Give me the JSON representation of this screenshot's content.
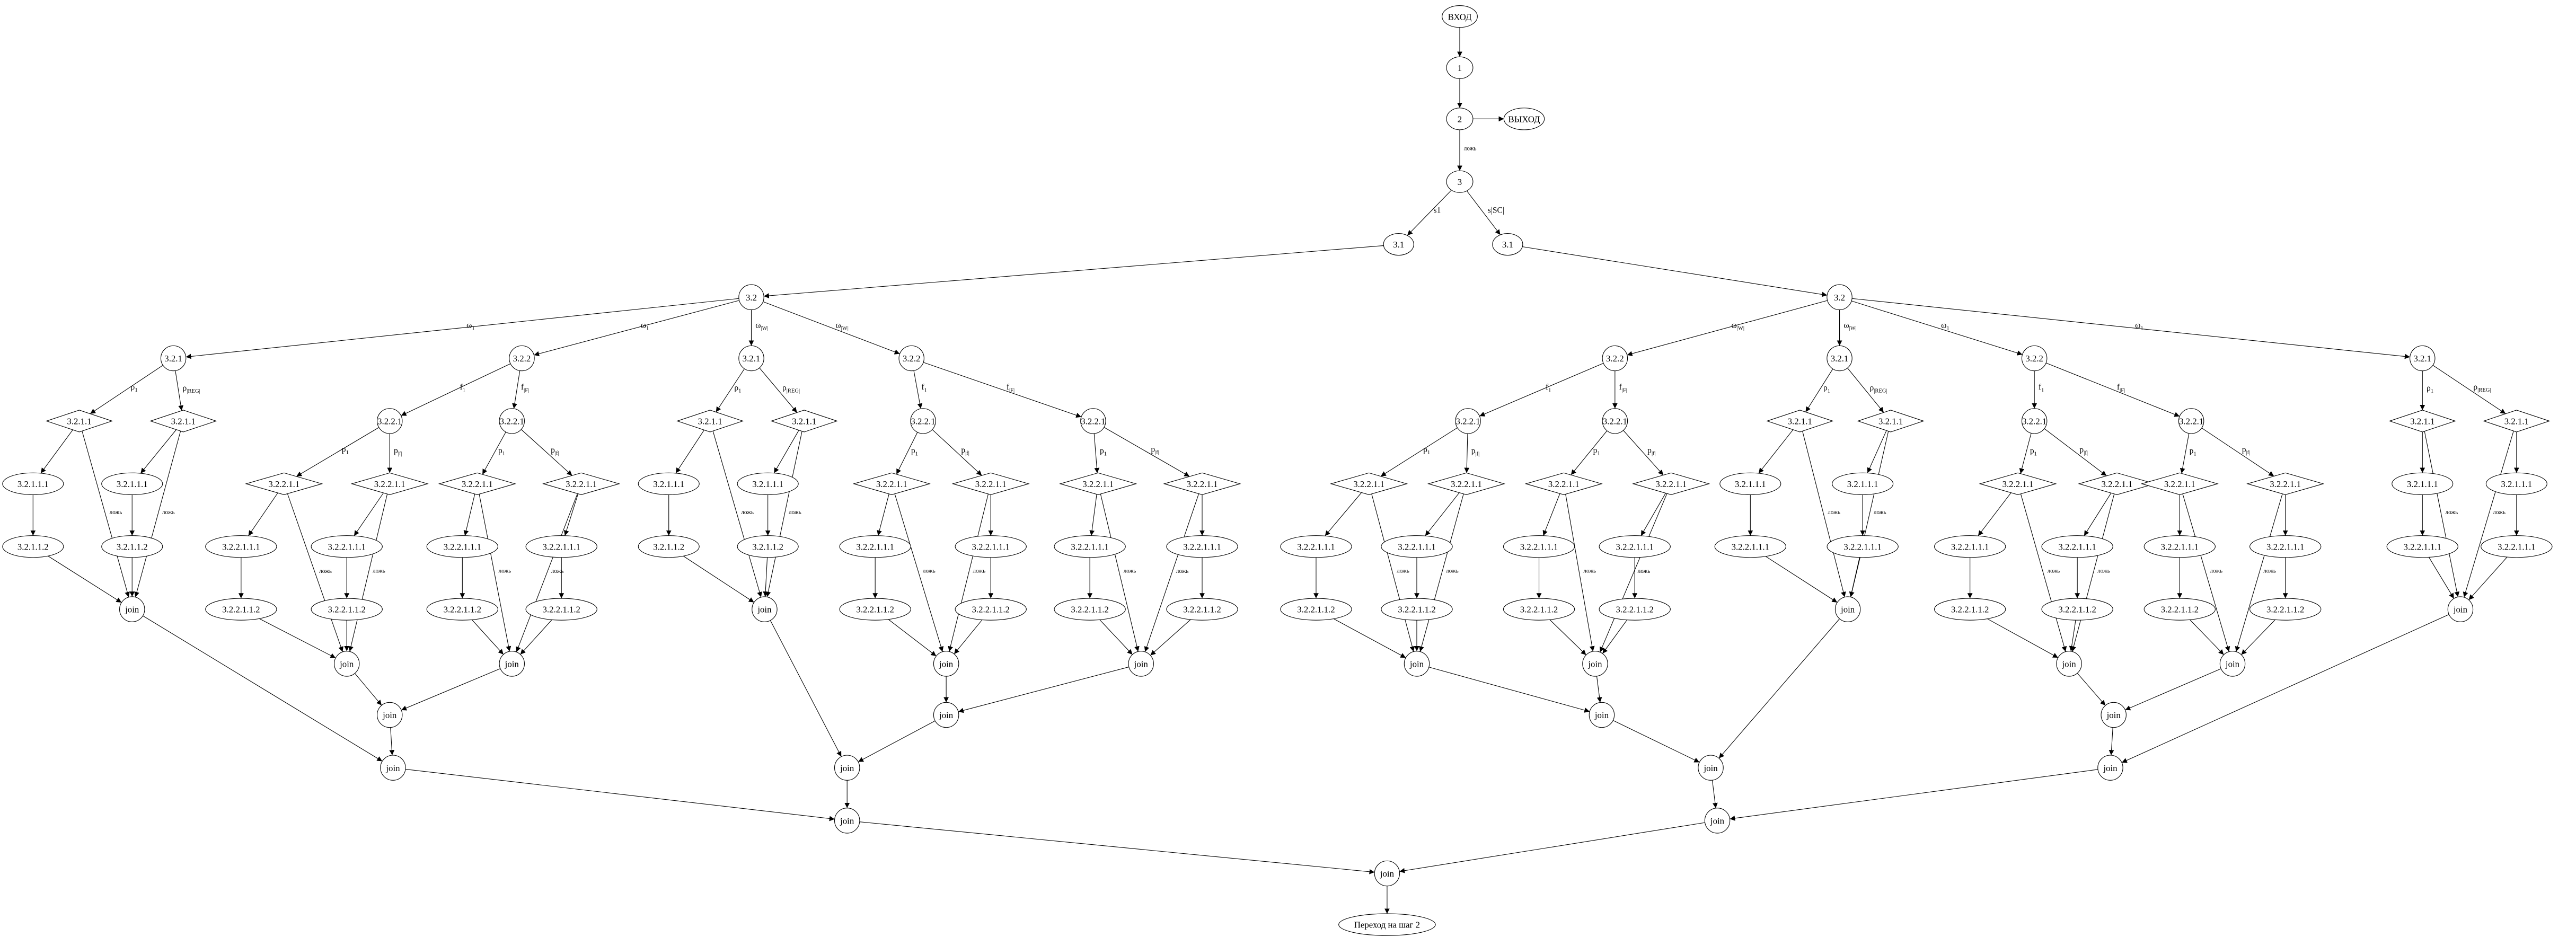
{
  "top": {
    "entry": "ВХОД",
    "n1": "1",
    "n2": "2",
    "exit": "ВЫХОД",
    "n3": "3",
    "false_label": "ложь",
    "s_first": "3.1",
    "s_first_edge": "s1",
    "s_last": "3.1",
    "s_last_edge": "s|SC|"
  },
  "halves": [
    {
      "root": "3.2",
      "groups": [
        {
          "kind": "rho",
          "edge": {
            "sym": "ω",
            "sub": "1"
          },
          "label": "3.2.1",
          "cases": [
            {
              "edge": {
                "sym": "ρ",
                "sub": "1"
              },
              "label": "3.2.1.1",
              "steps": [
                "3.2.1.1.1",
                "3.2.1.1.2"
              ],
              "false_edge": "ложь"
            },
            {
              "edge": {
                "sym": "ρ",
                "sub": "|REG|"
              },
              "label": "3.2.1.1",
              "steps": [
                "3.2.1.1.1",
                "3.2.1.1.2"
              ],
              "false_edge": "ложь"
            }
          ],
          "join": "join"
        },
        {
          "kind": "f",
          "edge": {
            "sym": "ω",
            "sub": "1"
          },
          "label": "3.2.2",
          "subs": [
            {
              "edge": {
                "sym": "f",
                "sub": "1"
              },
              "label": "3.2.2.1",
              "cases": [
                {
                  "edge": {
                    "sym": "p",
                    "sub": "1"
                  },
                  "label": "3.2.2.1.1",
                  "steps": [
                    "3.2.2.1.1.1",
                    "3.2.2.1.1.2"
                  ],
                  "false_edge": "ложь"
                },
                {
                  "edge": {
                    "sym": "p",
                    "sub": "|f|"
                  },
                  "label": "3.2.2.1.1",
                  "steps": [
                    "3.2.2.1.1.1",
                    "3.2.2.1.1.2"
                  ],
                  "false_edge": "ложь"
                }
              ],
              "join": "join"
            },
            {
              "edge": {
                "sym": "f",
                "sub": "|F|"
              },
              "label": "3.2.2.1",
              "cases": [
                {
                  "edge": {
                    "sym": "p",
                    "sub": "1"
                  },
                  "label": "3.2.2.1.1",
                  "steps": [
                    "3.2.2.1.1.1",
                    "3.2.2.1.1.2"
                  ],
                  "false_edge": "ложь"
                },
                {
                  "edge": {
                    "sym": "p",
                    "sub": "|f|"
                  },
                  "label": "3.2.2.1.1",
                  "steps": [
                    "3.2.2.1.1.1",
                    "3.2.2.1.1.2"
                  ],
                  "false_edge": "ложь"
                }
              ],
              "join": "join"
            }
          ],
          "join": "join"
        },
        {
          "kind": "rho",
          "edge": {
            "sym": "ω",
            "sub": "|W|"
          },
          "label": "3.2.1",
          "cases": [
            {
              "edge": {
                "sym": "ρ",
                "sub": "1"
              },
              "label": "3.2.1.1",
              "steps": [
                "3.2.1.1.1",
                "3.2.1.1.2"
              ],
              "false_edge": "ложь"
            },
            {
              "edge": {
                "sym": "ρ",
                "sub": "|REG|"
              },
              "label": "3.2.1.1",
              "steps": [
                "3.2.1.1.1",
                "3.2.1.1.2"
              ],
              "false_edge": "ложь"
            }
          ],
          "join": "join"
        },
        {
          "kind": "f",
          "edge": {
            "sym": "ω",
            "sub": "|W|"
          },
          "label": "3.2.2",
          "subs": [
            {
              "edge": {
                "sym": "f",
                "sub": "1"
              },
              "label": "3.2.2.1",
              "cases": [
                {
                  "edge": {
                    "sym": "p",
                    "sub": "1"
                  },
                  "label": "3.2.2.1.1",
                  "steps": [
                    "3.2.2.1.1.1",
                    "3.2.2.1.1.2"
                  ],
                  "false_edge": "ложь"
                },
                {
                  "edge": {
                    "sym": "p",
                    "sub": "|f|"
                  },
                  "label": "3.2.2.1.1",
                  "steps": [
                    "3.2.2.1.1.1",
                    "3.2.2.1.1.2"
                  ],
                  "false_edge": "ложь"
                }
              ],
              "join": "join"
            },
            {
              "edge": {
                "sym": "f",
                "sub": "|F|"
              },
              "label": "3.2.2.1",
              "cases": [
                {
                  "edge": {
                    "sym": "p",
                    "sub": "1"
                  },
                  "label": "3.2.2.1.1",
                  "steps": [
                    "3.2.2.1.1.1",
                    "3.2.2.1.1.2"
                  ],
                  "false_edge": "ложь"
                },
                {
                  "edge": {
                    "sym": "p",
                    "sub": "|f|"
                  },
                  "label": "3.2.2.1.1",
                  "steps": [
                    "3.2.2.1.1.1",
                    "3.2.2.1.1.2"
                  ],
                  "false_edge": "ложь"
                }
              ],
              "join": "join"
            }
          ],
          "join": "join"
        }
      ],
      "pair_joins": [
        "join",
        "join"
      ],
      "join": "join"
    },
    {
      "root": "3.2",
      "groups": [
        {
          "kind": "f",
          "edge": {
            "sym": "ω",
            "sub": "|W|"
          },
          "label": "3.2.2",
          "subs": [
            {
              "edge": {
                "sym": "f",
                "sub": "1"
              },
              "label": "3.2.2.1",
              "cases": [
                {
                  "edge": {
                    "sym": "p",
                    "sub": "1"
                  },
                  "label": "3.2.2.1.1",
                  "steps": [
                    "3.2.2.1.1.1",
                    "3.2.2.1.1.2"
                  ],
                  "false_edge": "ложь"
                },
                {
                  "edge": {
                    "sym": "p",
                    "sub": "|f|"
                  },
                  "label": "3.2.2.1.1",
                  "steps": [
                    "3.2.2.1.1.1",
                    "3.2.2.1.1.2"
                  ],
                  "false_edge": "ложь"
                }
              ],
              "join": "join"
            },
            {
              "edge": {
                "sym": "f",
                "sub": "|F|"
              },
              "label": "3.2.2.1",
              "cases": [
                {
                  "edge": {
                    "sym": "p",
                    "sub": "1"
                  },
                  "label": "3.2.2.1.1",
                  "steps": [
                    "3.2.2.1.1.1",
                    "3.2.2.1.1.2"
                  ],
                  "false_edge": "ложь"
                },
                {
                  "edge": {
                    "sym": "p",
                    "sub": "|f|"
                  },
                  "label": "3.2.2.1.1",
                  "steps": [
                    "3.2.2.1.1.1",
                    "3.2.2.1.1.2"
                  ],
                  "false_edge": "ложь"
                }
              ],
              "join": "join"
            }
          ],
          "join": "join"
        },
        {
          "kind": "rho",
          "edge": {
            "sym": "ω",
            "sub": "|W|"
          },
          "label": "3.2.1",
          "cases": [
            {
              "edge": {
                "sym": "ρ",
                "sub": "1"
              },
              "label": "3.2.1.1",
              "steps": [
                "3.2.1.1.1",
                "3.2.2.1.1.1"
              ],
              "false_edge": "ложь"
            },
            {
              "edge": {
                "sym": "ρ",
                "sub": "|REG|"
              },
              "label": "3.2.1.1",
              "steps": [
                "3.2.1.1.1",
                "3.2.2.1.1.1"
              ],
              "false_edge": "ложь"
            }
          ],
          "join": "join"
        },
        {
          "kind": "f",
          "edge": {
            "sym": "ω",
            "sub": "1"
          },
          "label": "3.2.2",
          "subs": [
            {
              "edge": {
                "sym": "f",
                "sub": "1"
              },
              "label": "3.2.2.1",
              "cases": [
                {
                  "edge": {
                    "sym": "p",
                    "sub": "1"
                  },
                  "label": "3.2.2.1.1",
                  "steps": [
                    "3.2.2.1.1.1",
                    "3.2.2.1.1.2"
                  ],
                  "false_edge": "ложь"
                },
                {
                  "edge": {
                    "sym": "p",
                    "sub": "|f|"
                  },
                  "label": "3.2.2.1.1",
                  "steps": [
                    "3.2.2.1.1.1",
                    "3.2.2.1.1.2"
                  ],
                  "false_edge": "ложь"
                }
              ],
              "join": "join"
            },
            {
              "edge": {
                "sym": "f",
                "sub": "|F|"
              },
              "label": "3.2.2.1",
              "cases": [
                {
                  "edge": {
                    "sym": "p",
                    "sub": "1"
                  },
                  "label": "3.2.2.1.1",
                  "steps": [
                    "3.2.2.1.1.1",
                    "3.2.2.1.1.2"
                  ],
                  "false_edge": "ложь"
                },
                {
                  "edge": {
                    "sym": "p",
                    "sub": "|f|"
                  },
                  "label": "3.2.2.1.1",
                  "steps": [
                    "3.2.2.1.1.1",
                    "3.2.2.1.1.2"
                  ],
                  "false_edge": "ложь"
                }
              ],
              "join": "join"
            }
          ],
          "join": "join"
        },
        {
          "kind": "rho",
          "edge": {
            "sym": "ω",
            "sub": "1"
          },
          "label": "3.2.1",
          "cases": [
            {
              "edge": {
                "sym": "ρ",
                "sub": "1"
              },
              "label": "3.2.1.1",
              "steps": [
                "3.2.1.1.1",
                "3.2.2.1.1.1"
              ],
              "false_edge": "ложь"
            },
            {
              "edge": {
                "sym": "ρ",
                "sub": "|REG|"
              },
              "label": "3.2.1.1",
              "steps": [
                "3.2.1.1.1",
                "3.2.2.1.1.1"
              ],
              "false_edge": "ложь"
            }
          ],
          "join": "join"
        }
      ],
      "pair_joins": [
        "join",
        "join"
      ],
      "join": "join"
    }
  ],
  "final_join": "join",
  "goto": "Переход на шаг 2"
}
